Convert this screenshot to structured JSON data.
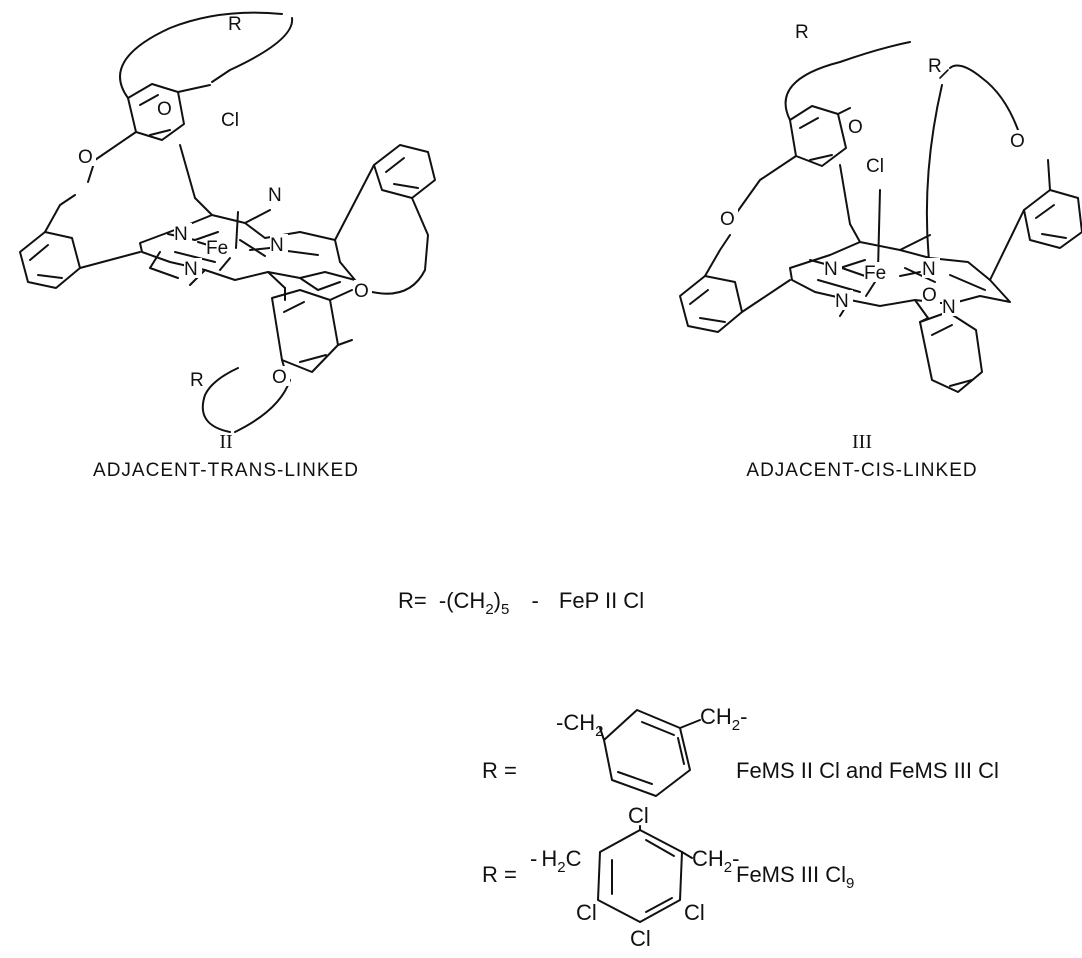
{
  "structures": [
    {
      "numeral": "II",
      "caption": "ADJACENT-TRANS-LINKED",
      "atoms": {
        "cl": "Cl",
        "fe": "Fe",
        "n": "N",
        "o": "O",
        "r": "R"
      }
    },
    {
      "numeral": "III",
      "caption": "ADJACENT-CIS-LINKED",
      "atoms": {
        "cl": "Cl",
        "fe": "Fe",
        "n": "N",
        "o": "O",
        "r": "R"
      }
    }
  ],
  "definitions": {
    "pentyl": {
      "r_label": "R=",
      "chain_open": "-(CH",
      "chain_sub": "2",
      "chain_close": ")",
      "chain_count": "5",
      "dash": "-",
      "compound": "FeP II Cl"
    },
    "xylyl": {
      "r_label": "R =",
      "left_group": "-CH",
      "left_sub": "2",
      "right_group": "CH",
      "right_sub": "2",
      "right_dash": "-",
      "compound": "FeMS II Cl and FeMS III Cl"
    },
    "chloroxylyl": {
      "r_label": "R =",
      "left_dash": "-",
      "left_group_a": "H",
      "left_sub": "2",
      "left_group_b": "C",
      "right_group": "CH",
      "right_sub": "2",
      "right_dash": "-",
      "cl_top": "Cl",
      "cl_left": "Cl",
      "cl_right": "Cl",
      "cl_bottom": "Cl",
      "compound_main": "FeMS III Cl",
      "compound_sub": "9"
    }
  }
}
